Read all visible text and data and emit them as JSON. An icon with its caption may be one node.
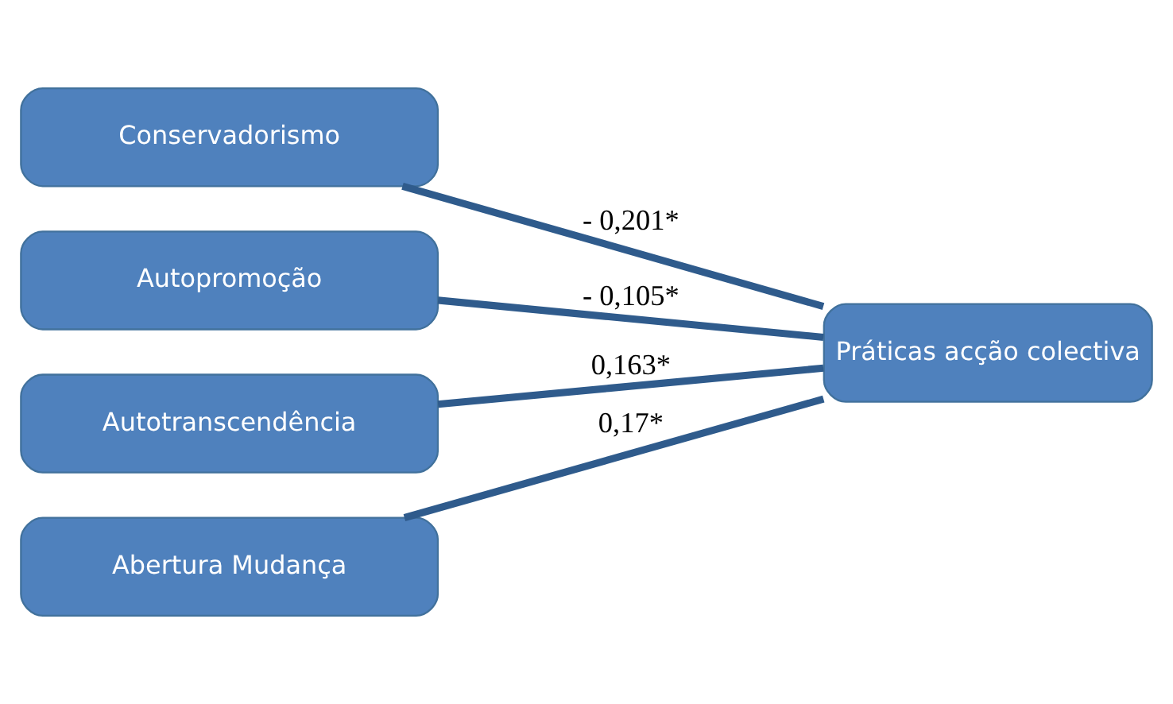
{
  "diagram": {
    "nodes": [
      {
        "text": [
          "Conservadorismo"
        ]
      },
      {
        "text": [
          "Autopromoção"
        ]
      },
      {
        "text": [
          "Autotranscendência"
        ]
      },
      {
        "text": [
          "Abertura Mudança"
        ]
      },
      {
        "text": [
          "Práticas acção colectiva"
        ]
      }
    ],
    "edges": [
      {
        "from": 0,
        "to": 4,
        "arrow": "none",
        "label": "- 0,201*"
      },
      {
        "from": 1,
        "to": 4,
        "arrow": "none",
        "label": "- 0,105*"
      },
      {
        "from": 2,
        "to": 4,
        "arrow": "none",
        "label": "0,163*"
      },
      {
        "from": 3,
        "to": 4,
        "arrow": "none",
        "label": "0,17*"
      }
    ]
  }
}
